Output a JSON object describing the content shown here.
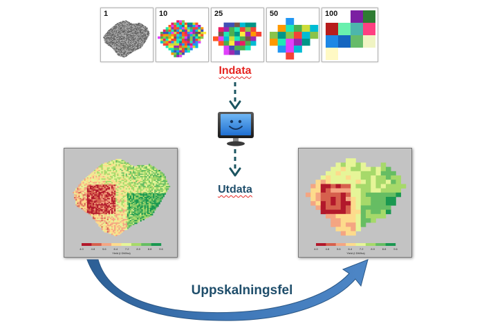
{
  "resolution_panels": [
    {
      "label": "1"
    },
    {
      "label": "10"
    },
    {
      "label": "25"
    },
    {
      "label": "50"
    },
    {
      "label": "100"
    }
  ],
  "flow": {
    "input_label": "Indata",
    "output_label": "Utdata",
    "error_label": "Uppskalningsfel"
  },
  "maps": {
    "legend_ticks": [
      "4.0",
      "4.8",
      "5.6",
      "6.4",
      "7.2",
      "8.0",
      "8.8",
      "9.6"
    ],
    "legend_caption": "Yield (t DM/ha)"
  },
  "colors": {
    "input_label": "#e52421",
    "text_dark": "#1f4e6b",
    "arrow": "#3a6fa8",
    "dash_arrow": "#1b5460"
  }
}
